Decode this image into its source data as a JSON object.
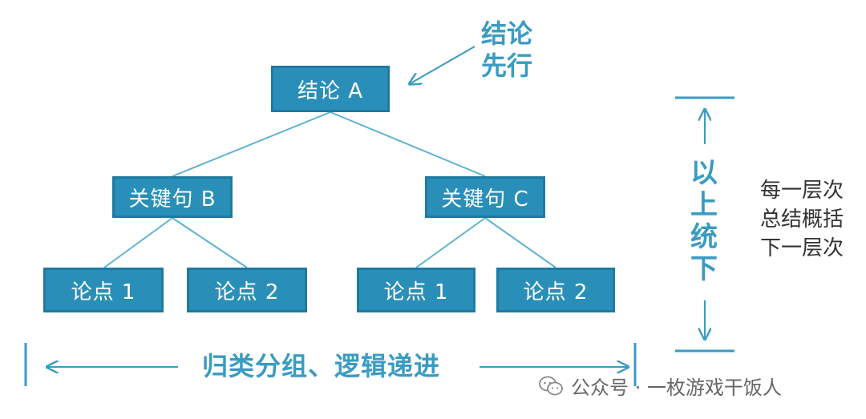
{
  "colors": {
    "node_fill": "#2a8fb8",
    "node_border": "#1f7aa0",
    "node_text": "#ffffff",
    "accent": "#3a9bc3",
    "side_text": "#333333"
  },
  "nodes": {
    "root": "结论 A",
    "b": "关键句 B",
    "c": "关键句 C",
    "b1": "论点 1",
    "b2": "论点 2",
    "c1": "论点 1",
    "c2": "论点 2"
  },
  "annotations": {
    "conclusion_first": [
      "结论",
      "先行"
    ],
    "top_down": [
      "以",
      "上",
      "统",
      "下"
    ],
    "group_progress": "归类分组、逻辑递进",
    "summary": [
      "每一层次",
      "总结概括",
      "下一层次"
    ]
  },
  "watermark": {
    "icon": "wechat-icon",
    "text": "公众号 · 一枚游戏干饭人"
  }
}
